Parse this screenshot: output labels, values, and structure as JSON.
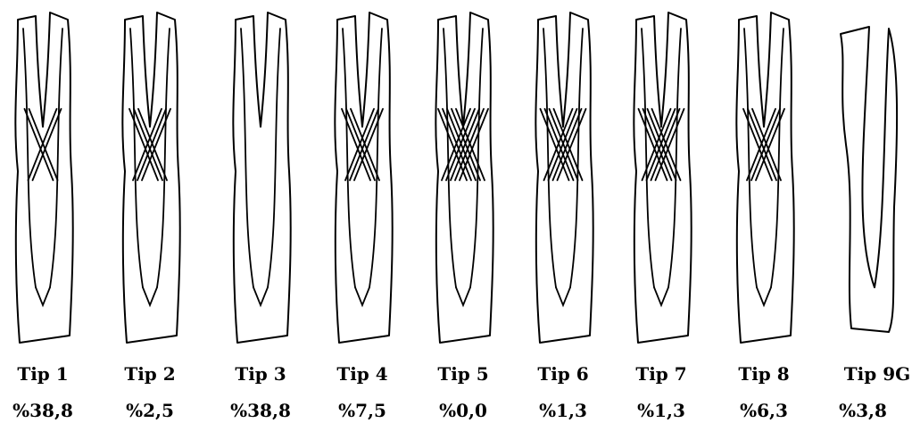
{
  "figure": {
    "types": [
      {
        "name": "Tip 1",
        "percent": "%38,8"
      },
      {
        "name": "Tip 2",
        "percent": "%2,5"
      },
      {
        "name": "Tip 3",
        "percent": "%38,8"
      },
      {
        "name": "Tip 4",
        "percent": "%7,5"
      },
      {
        "name": "Tip 5",
        "percent": "%0,0"
      },
      {
        "name": "Tip 6",
        "percent": "%1,3"
      },
      {
        "name": "Tip 7",
        "percent": "%1,3"
      },
      {
        "name": "Tip 8",
        "percent": "%6,3"
      },
      {
        "name": "Tip 9G",
        "percent": "%3,8"
      }
    ]
  }
}
